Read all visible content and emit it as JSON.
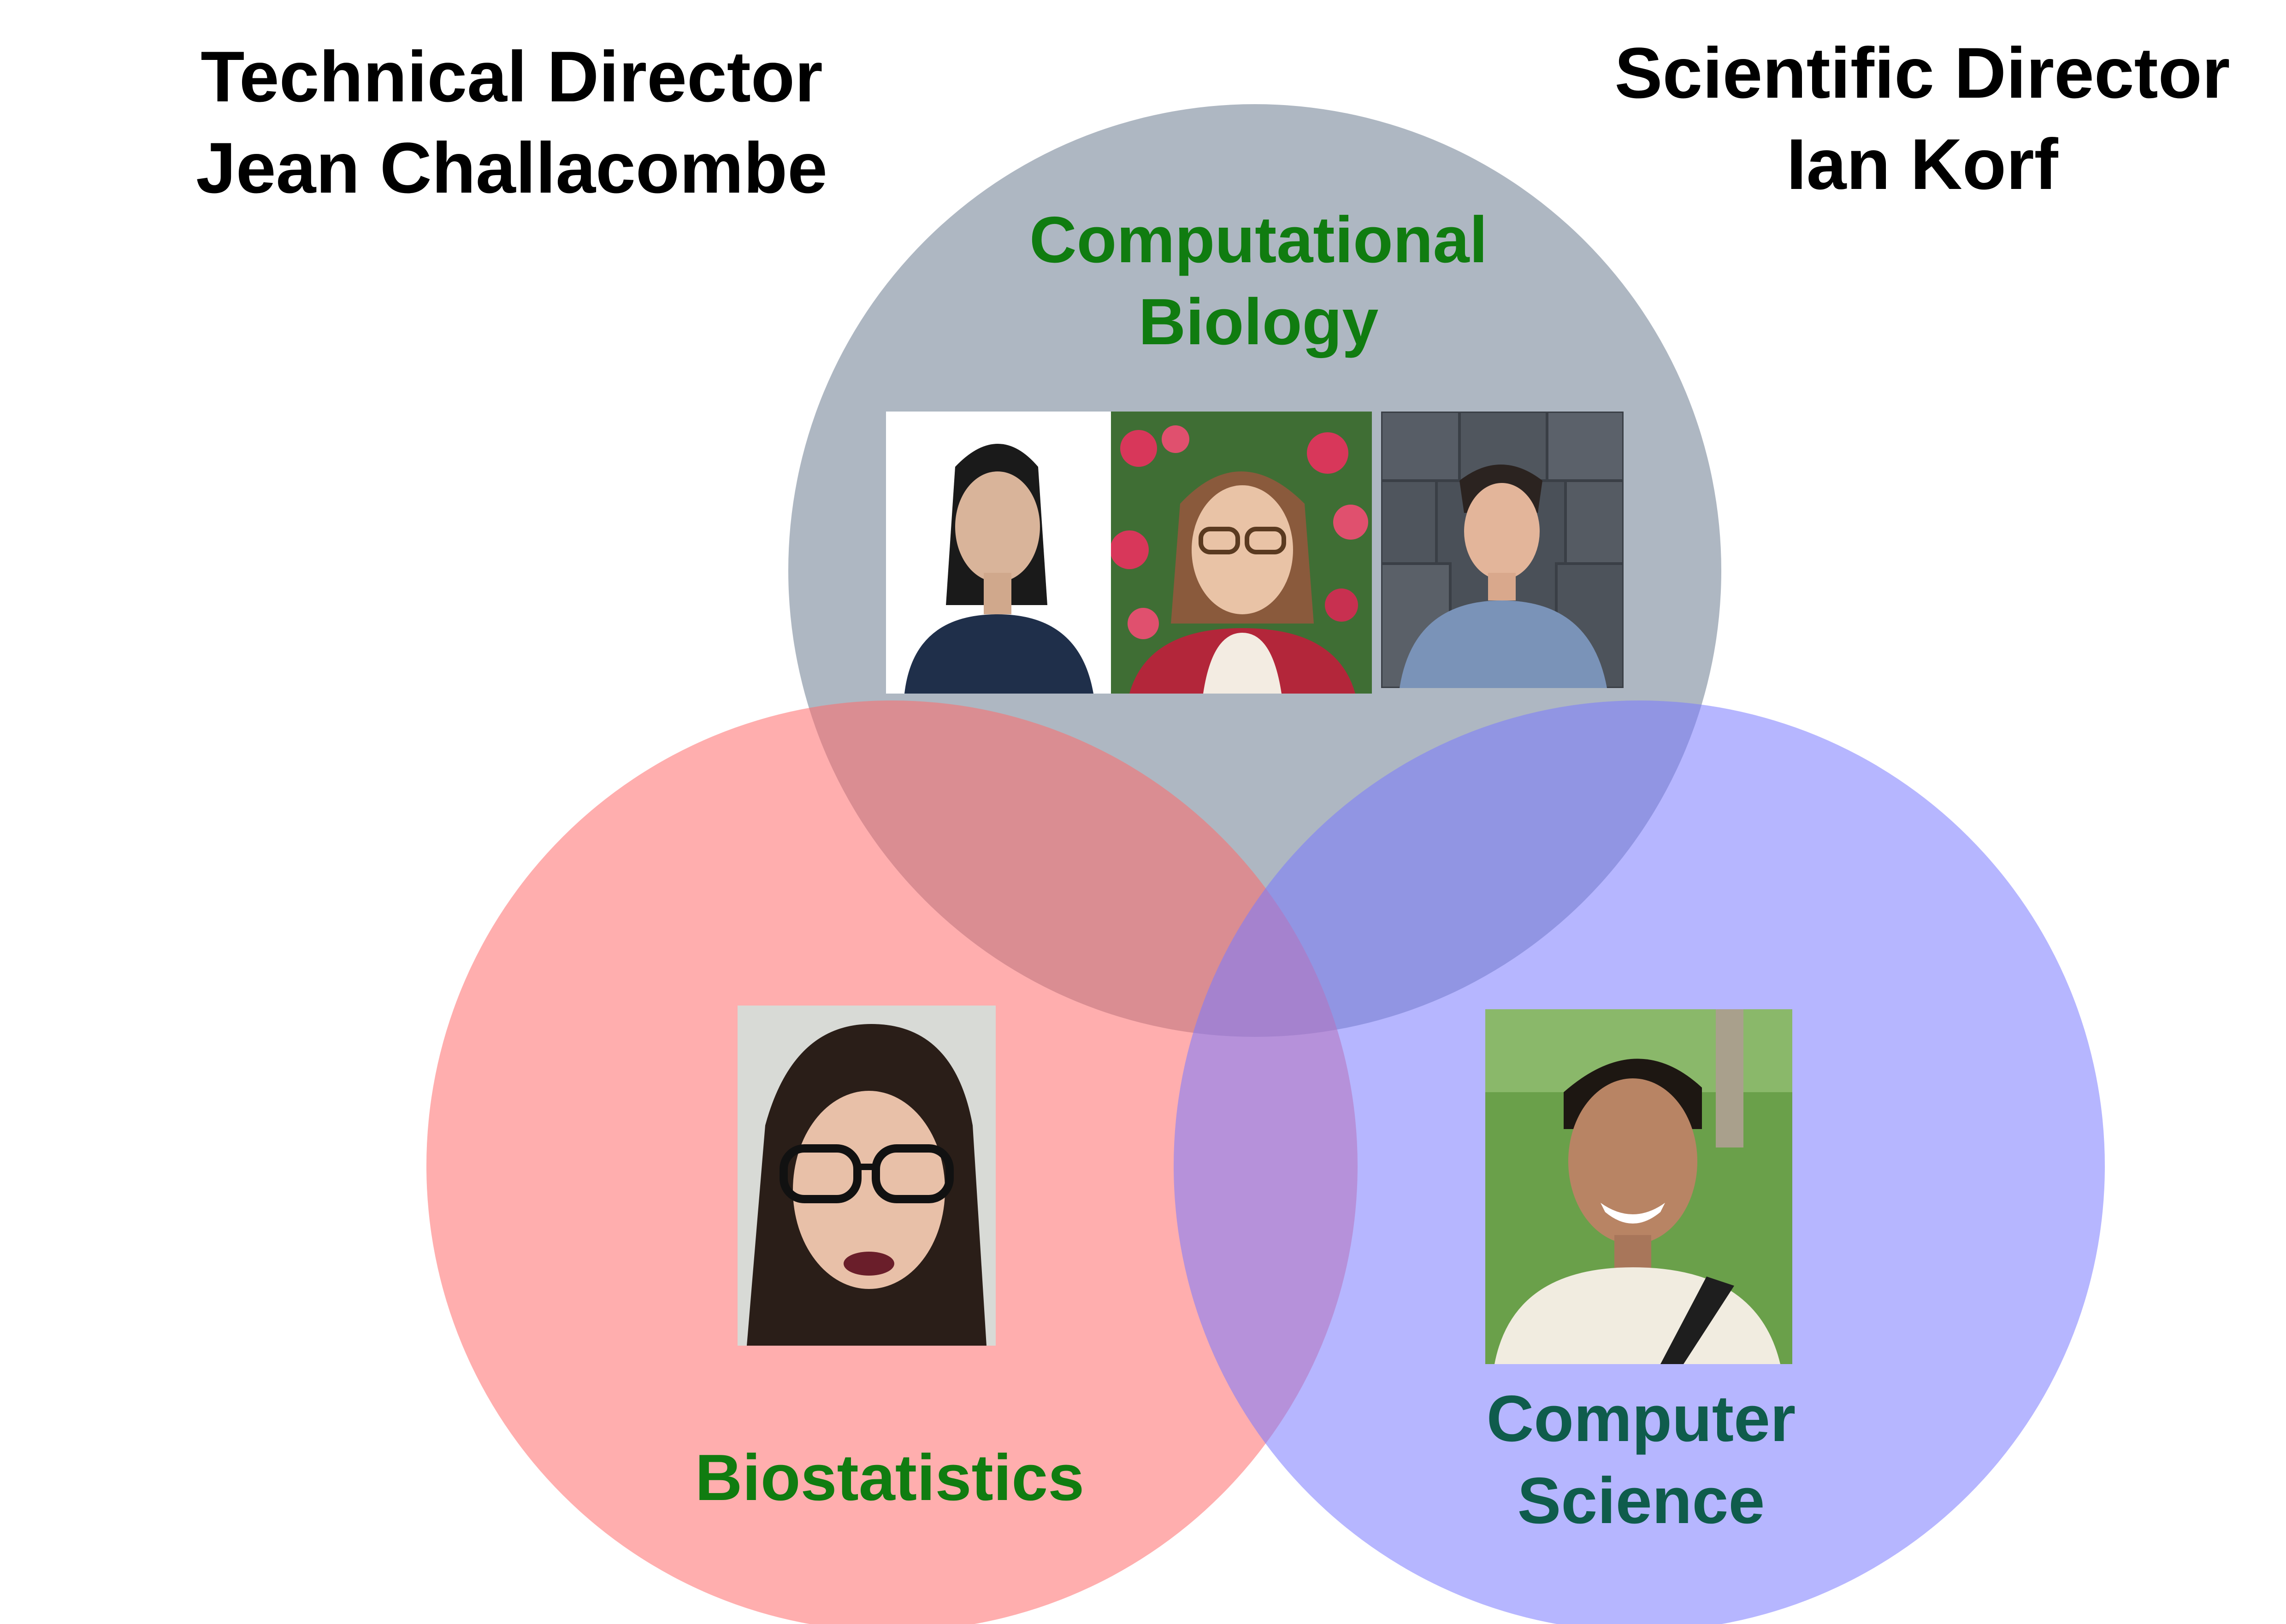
{
  "directors": {
    "technical": {
      "role": "Technical Director",
      "name": "Jean Challacombe"
    },
    "scientific": {
      "role": "Scientific Director",
      "name": "Ian Korf"
    }
  },
  "circles": {
    "computational_biology": {
      "line1": "Computational",
      "line2": "Biology",
      "color": "#8b99a8",
      "label_color": "#107c10"
    },
    "biostatistics": {
      "line1": "Biostatistics",
      "color": "#ff6b6b",
      "label_color": "#107c10"
    },
    "computer_science": {
      "line1": "Computer",
      "line2": "Science",
      "color": "#7a7aff",
      "label_color": "#0f5c4c"
    }
  },
  "portraits": [
    {
      "circle": "computational_biology",
      "icon": "person-portrait-icon"
    },
    {
      "circle": "computational_biology",
      "icon": "person-portrait-icon"
    },
    {
      "circle": "computational_biology",
      "icon": "person-portrait-icon"
    },
    {
      "circle": "biostatistics",
      "icon": "person-portrait-icon"
    },
    {
      "circle": "computer_science",
      "icon": "person-portrait-icon"
    }
  ]
}
